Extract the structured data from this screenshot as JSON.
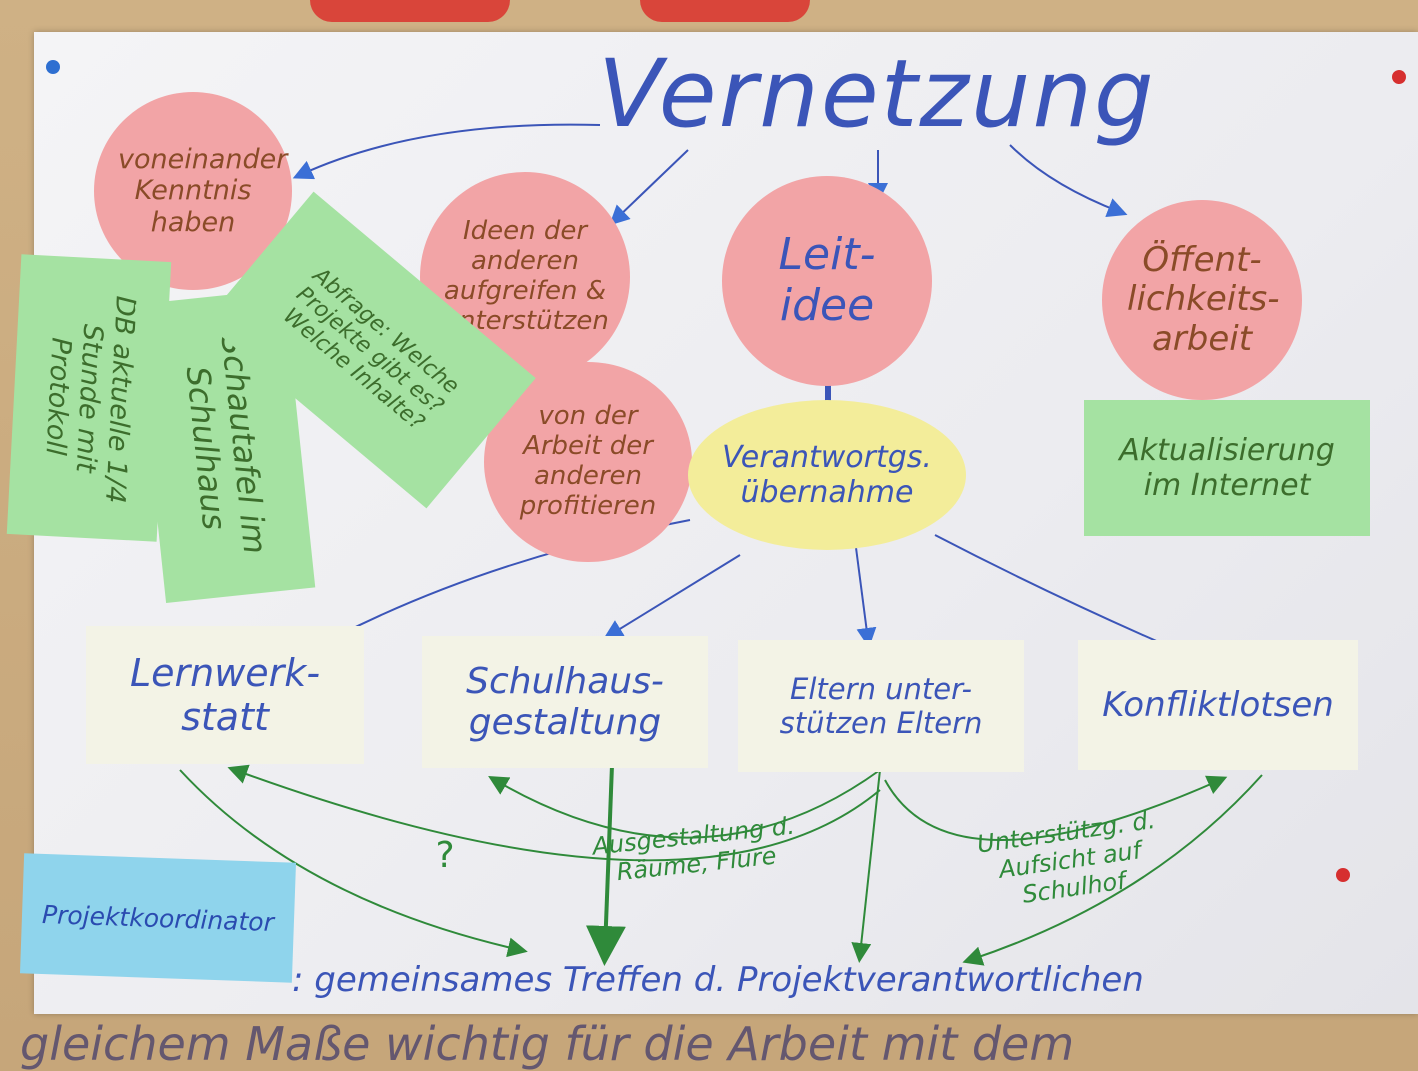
{
  "title": "Vernetzung",
  "circles": {
    "kenntnis": "voneinander Kenntnis haben",
    "ideen": "Ideen der anderen aufgreifen & unterstützen",
    "leitidee": "Leit- idee",
    "oeffentlichkeit": "Öffent- lichkeits- arbeit",
    "profitieren": "von der Arbeit der anderen profitieren"
  },
  "ellipse": "Verantwortgs. übernahme",
  "green_notes": {
    "db": "DB aktuelle 1/4 Stunde mit Protokoll",
    "schautafel": "Schautafel im Schulhaus",
    "abfrage": "Abfrage: Welche Projekte gibt es? Welche Inhalte?",
    "aktualisierung": "Aktualisierung im Internet"
  },
  "project_cards": {
    "lernwerkstatt": "Lernwerk- statt",
    "schulhaus": "Schulhaus- gestaltung",
    "eltern": "Eltern unter- stützen Eltern",
    "konflikt": "Konfliktlotsen"
  },
  "green_annotations": {
    "question": "?",
    "ausgestaltung": "Ausgestaltung d. Räume, Flure",
    "unterstuetzung": "Unterstützg. d. Aufsicht auf Schulhof"
  },
  "blue_note": "Projektkoordinator",
  "bottom_line": ": gemeinsames Treffen d. Projektverantwortlichen",
  "background_text": "gleichem Maße wichtig für die Arbeit mit dem",
  "colors": {
    "paper": "#f0f0f3",
    "pink": "#f2a4a6",
    "yellow": "#f3ed9a",
    "green": "#a5e2a2",
    "blue_marker": "#3b55b8",
    "green_marker": "#2f8a3a",
    "cork": "#c9ab7e"
  }
}
